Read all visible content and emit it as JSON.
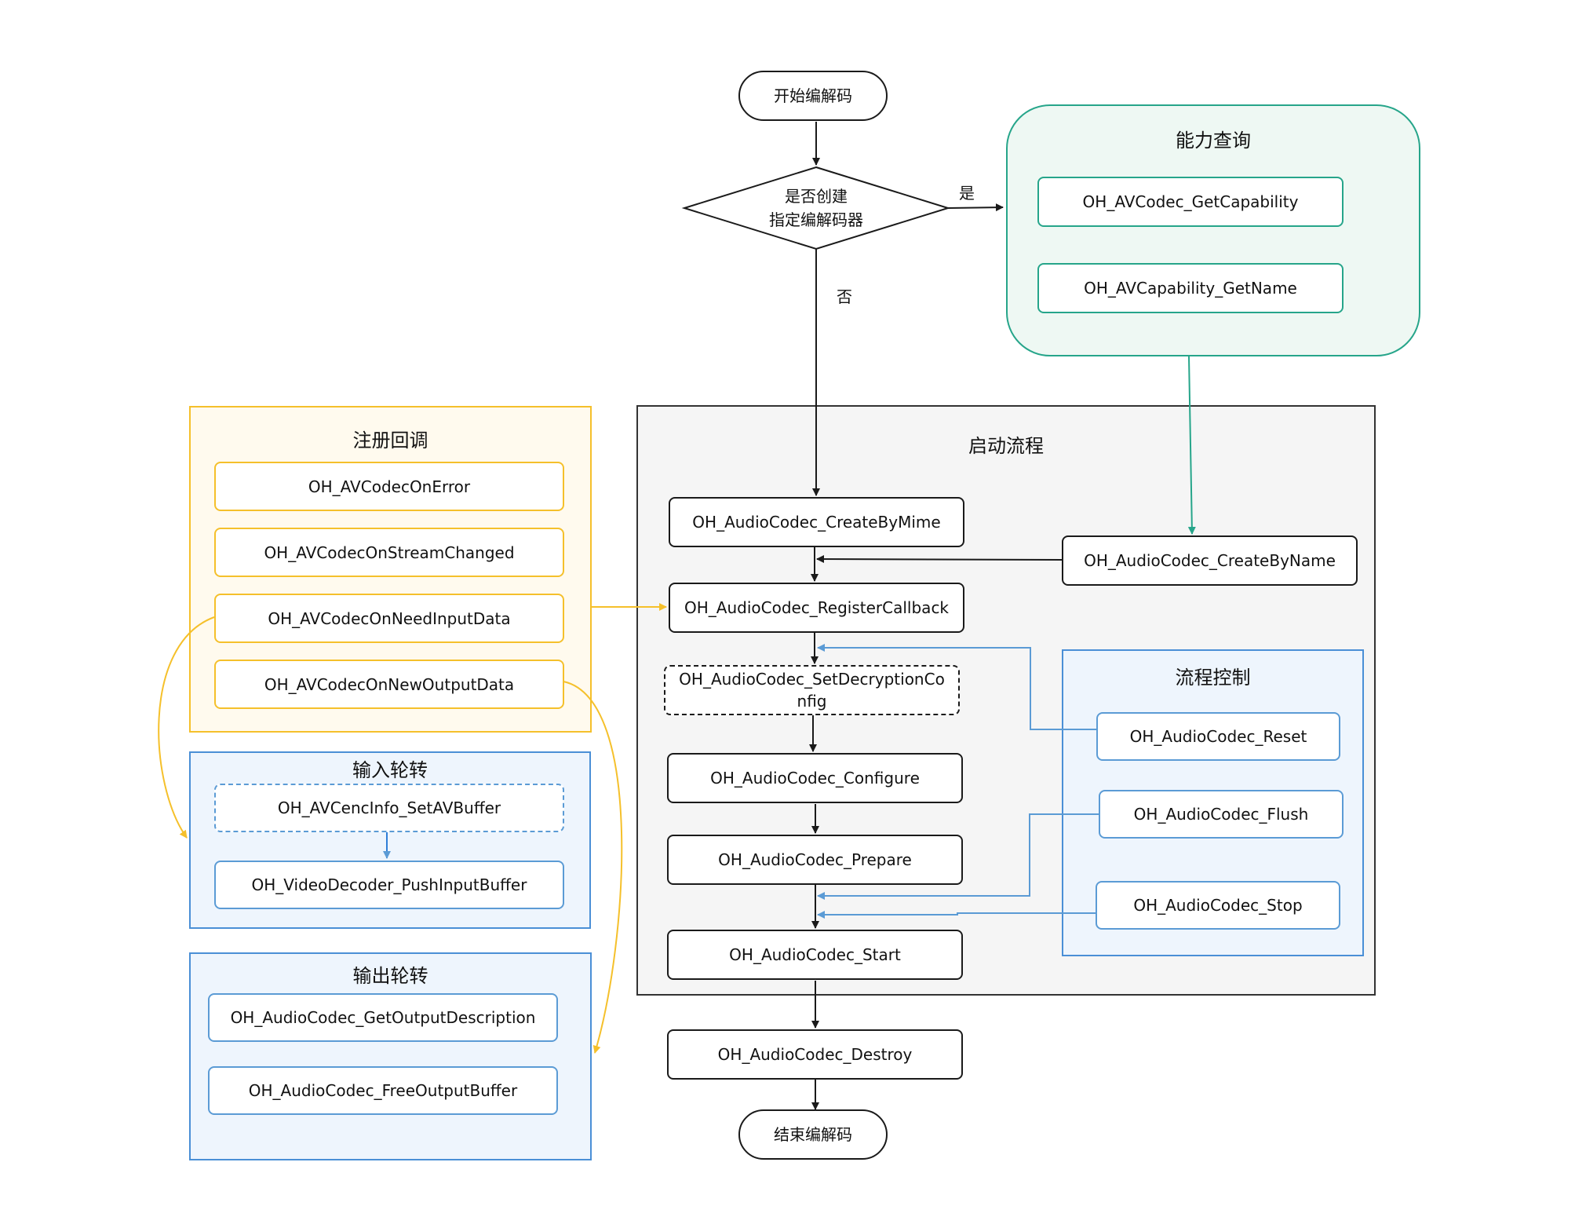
{
  "nodes": {
    "start": "开始编解码",
    "decision": [
      "是否创建",
      "指定编解码器"
    ],
    "yes": "是",
    "no": "否",
    "create_by_mime": "OH_AudioCodec_CreateByMime",
    "create_by_name": "OH_AudioCodec_CreateByName",
    "register_callback": "OH_AudioCodec_RegisterCallback",
    "set_decryption": "OH_AudioCodec_SetDecryptionCo nfig",
    "configure": "OH_AudioCodec_Configure",
    "prepare": "OH_AudioCodec_Prepare",
    "start_codec": "OH_AudioCodec_Start",
    "destroy": "OH_AudioCodec_Destroy",
    "end": "结束编解码"
  },
  "capability": {
    "title": "能力查询",
    "items": [
      "OH_AVCodec_GetCapability",
      "OH_AVCapability_GetName"
    ]
  },
  "startup": {
    "title": "启动流程"
  },
  "callbacks": {
    "title": "注册回调",
    "items": [
      "OH_AVCodecOnError",
      "OH_AVCodecOnStreamChanged",
      "OH_AVCodecOnNeedInputData",
      "OH_AVCodecOnNewOutputData"
    ]
  },
  "input": {
    "title": "输入轮转",
    "items": [
      "OH_AVCencInfo_SetAVBuffer",
      "OH_VideoDecoder_PushInputBuffer"
    ]
  },
  "output": {
    "title": "输出轮转",
    "items": [
      "OH_AudioCodec_GetOutputDescription",
      "OH_AudioCodec_FreeOutputBuffer"
    ]
  },
  "control": {
    "title": "流程控制",
    "items": [
      "OH_AudioCodec_Reset",
      "OH_AudioCodec_Flush",
      "OH_AudioCodec_Stop"
    ]
  },
  "colors": {
    "green": "#26a58a",
    "yellow": "#f5c02b",
    "blue": "#5b9bd5",
    "dark": "#1a1a1a"
  }
}
